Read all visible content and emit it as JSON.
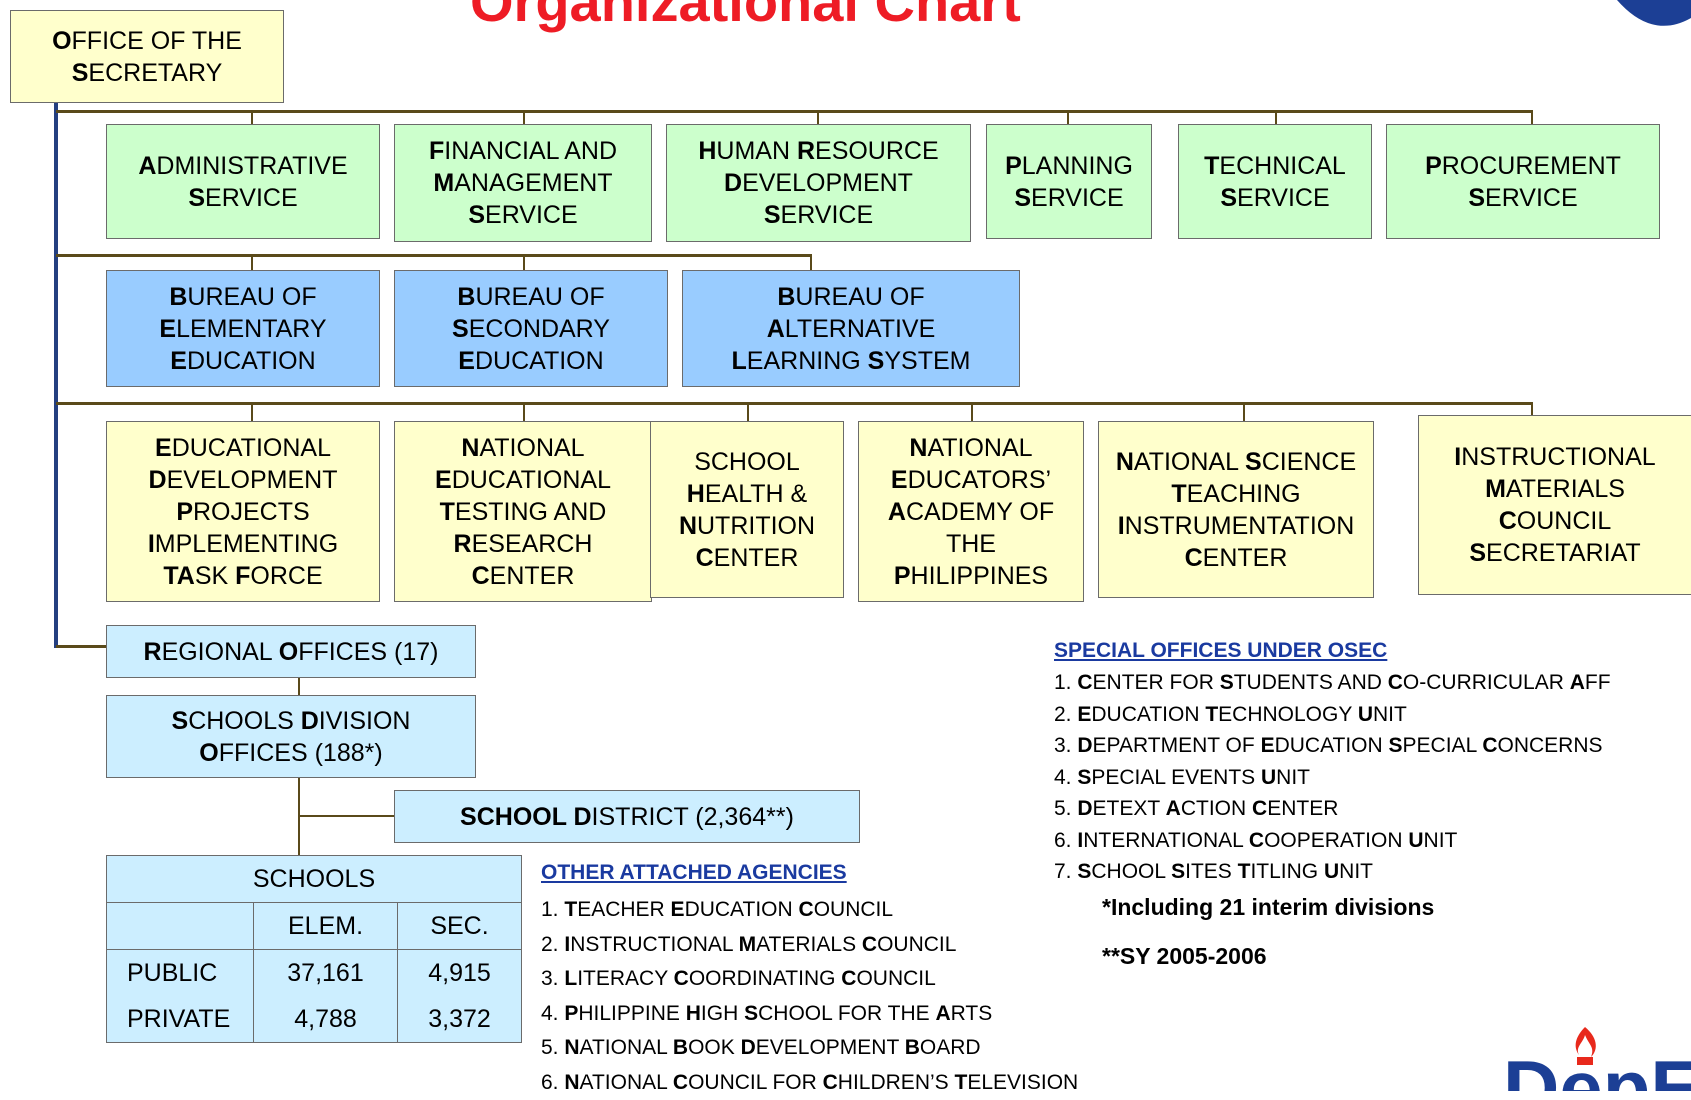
{
  "title": "Organizational Chart",
  "colors": {
    "service": "#ccffcc",
    "bureau": "#99ccff",
    "attached": "#ffffcc",
    "field": "#cceeff",
    "title": "#ee1c25",
    "list_head": "#1a3aa0"
  },
  "osec": [
    {
      "c": "O",
      "r": "FFICE OF THE"
    },
    {
      "br": true
    },
    {
      "c": "S",
      "r": "ECRETARY"
    }
  ],
  "services": [
    [
      {
        "c": "A",
        "r": "DMINISTRATIVE"
      },
      {
        "br": true
      },
      {
        "c": "S",
        "r": "ERVICE"
      }
    ],
    [
      {
        "c": "F",
        "r": "INANCIAL AND"
      },
      {
        "br": true
      },
      {
        "c": "M",
        "r": "ANAGEMENT"
      },
      {
        "br": true
      },
      {
        "c": "S",
        "r": "ERVICE"
      }
    ],
    [
      {
        "c": "H",
        "r": "UMAN "
      },
      {
        "c": "R",
        "r": "ESOURCE"
      },
      {
        "br": true
      },
      {
        "c": "D",
        "r": "EVELOPMENT"
      },
      {
        "br": true
      },
      {
        "c": "S",
        "r": "ERVICE"
      }
    ],
    [
      {
        "c": "P",
        "r": "LANNING"
      },
      {
        "br": true
      },
      {
        "c": "S",
        "r": "ERVICE"
      }
    ],
    [
      {
        "c": "T",
        "r": "ECHNICAL"
      },
      {
        "br": true
      },
      {
        "c": "S",
        "r": "ERVICE"
      }
    ],
    [
      {
        "c": "P",
        "r": "ROCUREMENT"
      },
      {
        "br": true
      },
      {
        "c": "S",
        "r": "ERVICE"
      }
    ]
  ],
  "bureaus": [
    [
      {
        "c": "B",
        "r": "UREAU OF"
      },
      {
        "br": true
      },
      {
        "c": "E",
        "r": "LEMENTARY"
      },
      {
        "br": true
      },
      {
        "c": "E",
        "r": "DUCATION"
      }
    ],
    [
      {
        "c": "B",
        "r": "UREAU OF"
      },
      {
        "br": true
      },
      {
        "c": "S",
        "r": "ECONDARY"
      },
      {
        "br": true
      },
      {
        "c": "E",
        "r": "DUCATION"
      }
    ],
    [
      {
        "c": "B",
        "r": "UREAU OF"
      },
      {
        "br": true
      },
      {
        "c": "A",
        "r": "LTERNATIVE"
      },
      {
        "br": true
      },
      {
        "c": "L",
        "r": "EARNING "
      },
      {
        "c": "S",
        "r": "YSTEM"
      }
    ]
  ],
  "attached": [
    [
      {
        "c": "E",
        "r": "DUCATIONAL"
      },
      {
        "br": true
      },
      {
        "c": "D",
        "r": "EVELOPMENT"
      },
      {
        "br": true
      },
      {
        "c": "P",
        "r": "ROJECTS"
      },
      {
        "br": true
      },
      {
        "c": "I",
        "r": "MPLEMENTING"
      },
      {
        "br": true
      },
      {
        "c": "TA",
        "r": "SK "
      },
      {
        "c": "F",
        "r": "ORCE"
      }
    ],
    [
      {
        "c": "N",
        "r": "ATIONAL"
      },
      {
        "br": true
      },
      {
        "c": "E",
        "r": "DUCATIONAL"
      },
      {
        "br": true
      },
      {
        "c": "T",
        "r": "ESTING AND"
      },
      {
        "br": true
      },
      {
        "c": "R",
        "r": "ESEARCH"
      },
      {
        "br": true
      },
      {
        "c": "C",
        "r": "ENTER"
      }
    ],
    [
      {
        "r": "SCHOOL"
      },
      {
        "br": true
      },
      {
        "c": "H",
        "r": "EALTH &"
      },
      {
        "br": true
      },
      {
        "c": "N",
        "r": "UTRITION"
      },
      {
        "br": true
      },
      {
        "c": "C",
        "r": "ENTER"
      }
    ],
    [
      {
        "c": "N",
        "r": "ATIONAL"
      },
      {
        "br": true
      },
      {
        "c": "E",
        "r": "DUCATORS’"
      },
      {
        "br": true
      },
      {
        "c": "A",
        "r": "CADEMY OF"
      },
      {
        "br": true
      },
      {
        "r": "THE"
      },
      {
        "br": true
      },
      {
        "c": "P",
        "r": "HILIPPINES"
      }
    ],
    [
      {
        "c": "N",
        "r": "ATIONAL "
      },
      {
        "c": "S",
        "r": "CIENCE"
      },
      {
        "br": true
      },
      {
        "c": "T",
        "r": "EACHING"
      },
      {
        "br": true
      },
      {
        "c": "I",
        "r": "NSTRUMENTATION"
      },
      {
        "br": true
      },
      {
        "c": "C",
        "r": "ENTER"
      }
    ],
    [
      {
        "c": "I",
        "r": "NSTRUCTIONAL"
      },
      {
        "br": true
      },
      {
        "c": "M",
        "r": "ATERIALS"
      },
      {
        "br": true
      },
      {
        "c": "C",
        "r": "OUNCIL"
      },
      {
        "br": true
      },
      {
        "c": "S",
        "r": "ECRETARIAT"
      }
    ]
  ],
  "regional": [
    {
      "c": "R",
      "r": "EGIONAL "
    },
    {
      "c": "O",
      "r": "FFICES (17)"
    }
  ],
  "divisions": [
    {
      "c": "S",
      "r": "CHOOLS "
    },
    {
      "c": "D",
      "r": "IVISION"
    },
    {
      "br": true
    },
    {
      "c": "O",
      "r": "FFICES (188*)"
    }
  ],
  "district": [
    {
      "c": "SCHOOL D",
      "r": "ISTRICT (2,364**)"
    }
  ],
  "schools": {
    "header": "SCHOOLS",
    "col_elem": "ELEM.",
    "col_sec": "SEC.",
    "rows": [
      {
        "label": "PUBLIC",
        "elem": "37,161",
        "sec": "4,915"
      },
      {
        "label": "PRIVATE",
        "elem": "4,788",
        "sec": "3,372"
      }
    ]
  },
  "other_agencies": {
    "heading": "OTHER ATTACHED AGENCIES",
    "items": [
      [
        {
          "r": "1. "
        },
        {
          "c": "T",
          "r": "EACHER "
        },
        {
          "c": "E",
          "r": "DUCATION "
        },
        {
          "c": "C",
          "r": "OUNCIL"
        }
      ],
      [
        {
          "r": "2. "
        },
        {
          "c": "I",
          "r": "NSTRUCTIONAL "
        },
        {
          "c": "M",
          "r": "ATERIALS "
        },
        {
          "c": "C",
          "r": "OUNCIL"
        }
      ],
      [
        {
          "r": "3. "
        },
        {
          "c": "L",
          "r": "ITERACY "
        },
        {
          "c": "C",
          "r": "OORDINATING "
        },
        {
          "c": "C",
          "r": "OUNCIL"
        }
      ],
      [
        {
          "r": "4. "
        },
        {
          "c": "P",
          "r": "HILIPPINE "
        },
        {
          "c": "H",
          "r": "IGH "
        },
        {
          "c": "S",
          "r": "CHOOL FOR THE "
        },
        {
          "c": "A",
          "r": "RTS"
        }
      ],
      [
        {
          "r": "5. "
        },
        {
          "c": "N",
          "r": "ATIONAL "
        },
        {
          "c": "B",
          "r": "OOK "
        },
        {
          "c": "D",
          "r": "EVELOPMENT "
        },
        {
          "c": "B",
          "r": "OARD"
        }
      ],
      [
        {
          "r": "6. "
        },
        {
          "c": "N",
          "r": "ATIONAL "
        },
        {
          "c": "C",
          "r": "OUNCIL FOR "
        },
        {
          "c": "C",
          "r": "HILDREN’S "
        },
        {
          "c": "T",
          "r": "ELEVISION"
        }
      ]
    ]
  },
  "special_offices": {
    "heading": "SPECIAL OFFICES UNDER OSEC",
    "items": [
      [
        {
          "r": "1. "
        },
        {
          "c": "C",
          "r": "ENTER FOR "
        },
        {
          "c": "S",
          "r": "TUDENTS AND "
        },
        {
          "c": "C",
          "r": "O-CURRICULAR  "
        },
        {
          "c": "A",
          "r": "FF"
        }
      ],
      [
        {
          "r": "2. "
        },
        {
          "c": "E",
          "r": "DUCATION  "
        },
        {
          "c": "T",
          "r": "ECHNOLOGY "
        },
        {
          "c": "U",
          "r": "NIT"
        }
      ],
      [
        {
          "r": "3.  "
        },
        {
          "c": "D",
          "r": "EPARTMENT OF "
        },
        {
          "c": "E",
          "r": "DUCATION "
        },
        {
          "c": "S",
          "r": "PECIAL "
        },
        {
          "c": "C",
          "r": "ONCERNS"
        }
      ],
      [
        {
          "r": "4.  "
        },
        {
          "c": "S",
          "r": "PECIAL EVENTS "
        },
        {
          "c": "U",
          "r": "NIT"
        }
      ],
      [
        {
          "r": "5.  "
        },
        {
          "c": "D",
          "r": "ETEXT "
        },
        {
          "c": "A",
          "r": "CTION "
        },
        {
          "c": "C",
          "r": "ENTER"
        }
      ],
      [
        {
          "r": "6.  "
        },
        {
          "c": "I",
          "r": "NTERNATIONAL "
        },
        {
          "c": "C",
          "r": "OOPERATION "
        },
        {
          "c": "U",
          "r": "NIT"
        }
      ],
      [
        {
          "r": "7.  "
        },
        {
          "c": "S",
          "r": "CHOOL  "
        },
        {
          "c": "S",
          "r": "ITES "
        },
        {
          "c": "T",
          "r": "ITLING "
        },
        {
          "c": "U",
          "r": "NIT"
        }
      ]
    ]
  },
  "notes": {
    "note1": "*Including 21 interim divisions",
    "note2": "**SY 2005-2006"
  },
  "logo_text": "DepEd"
}
